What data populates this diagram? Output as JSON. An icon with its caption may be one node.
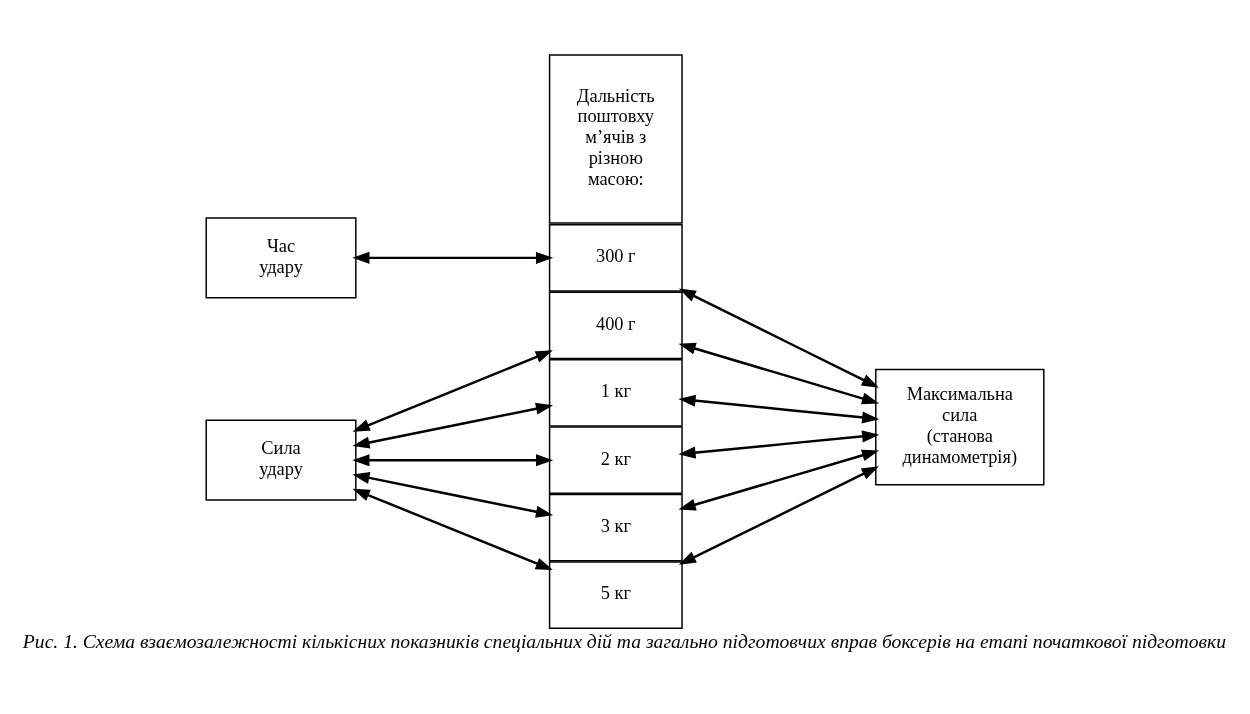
{
  "diagram": {
    "caption": "Рис. 1. Схема взаємозалежності кількісних показників спеціальних дій та загально підготовчих вправ боксерів на етапі початкової підготовки",
    "nodes": [
      {
        "text": [
          "Дальність поштовху м’ячів з різною масою:"
        ]
      },
      {
        "text": [
          "300 г"
        ]
      },
      {
        "text": [
          "400 г"
        ]
      },
      {
        "text": [
          "1 кг"
        ]
      },
      {
        "text": [
          "2 кг"
        ]
      },
      {
        "text": [
          "3 кг"
        ]
      },
      {
        "text": [
          "5 кг"
        ]
      },
      {
        "text": [
          "Час удару"
        ]
      },
      {
        "text": [
          "Сила удару"
        ]
      },
      {
        "text": [
          "Максимальна сила (станова динамометрія)"
        ]
      }
    ],
    "edges": [
      {
        "from": 7,
        "to": 1,
        "arrow": "both"
      },
      {
        "from": 8,
        "to": 2,
        "arrow": "both"
      },
      {
        "from": 8,
        "to": 3,
        "arrow": "both"
      },
      {
        "from": 8,
        "to": 4,
        "arrow": "both"
      },
      {
        "from": 8,
        "to": 5,
        "arrow": "both"
      },
      {
        "from": 8,
        "to": 6,
        "arrow": "both"
      },
      {
        "from": 1,
        "to": 9,
        "arrow": "both"
      },
      {
        "from": 2,
        "to": 9,
        "arrow": "both"
      },
      {
        "from": 3,
        "to": 9,
        "arrow": "both"
      },
      {
        "from": 4,
        "to": 9,
        "arrow": "both"
      },
      {
        "from": 5,
        "to": 9,
        "arrow": "both"
      },
      {
        "from": 6,
        "to": 9,
        "arrow": "both"
      }
    ]
  }
}
